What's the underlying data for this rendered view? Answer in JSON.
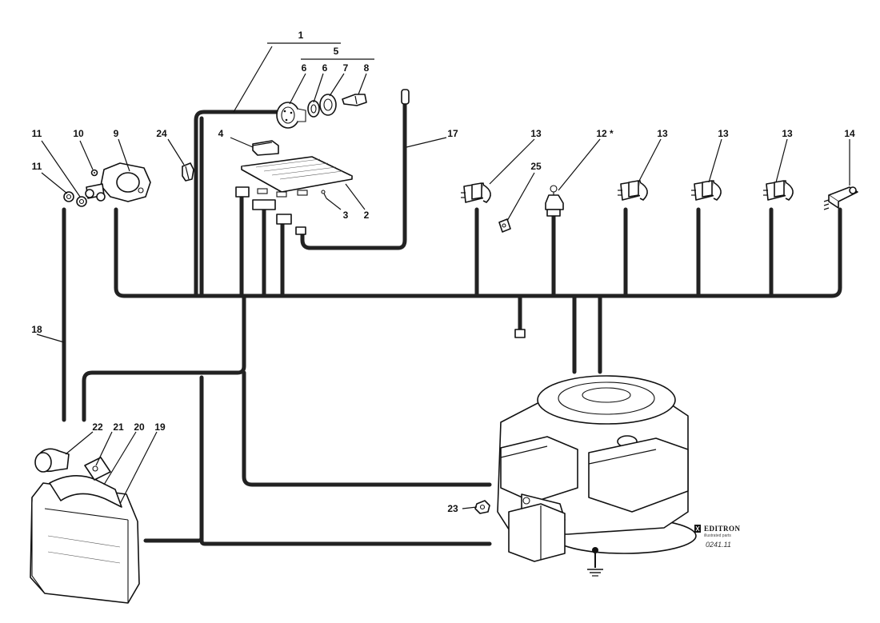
{
  "callouts": {
    "c1": "1",
    "c2": "2",
    "c3": "3",
    "c4": "4",
    "c5": "5",
    "c6a": "6",
    "c6b": "6",
    "c7": "7",
    "c8": "8",
    "c9": "9",
    "c10": "10",
    "c11a": "11",
    "c11b": "11",
    "c12": "12 *",
    "c13a": "13",
    "c13b": "13",
    "c13c": "13",
    "c13d": "13",
    "c14": "14",
    "c17": "17",
    "c18": "18",
    "c19": "19",
    "c20": "20",
    "c21": "21",
    "c22": "22",
    "c23": "23",
    "c24": "24",
    "c25": "25"
  },
  "logo": {
    "name": "EDITRON",
    "subtitle": "illustrated parts"
  },
  "drawing_code": "0241.11"
}
